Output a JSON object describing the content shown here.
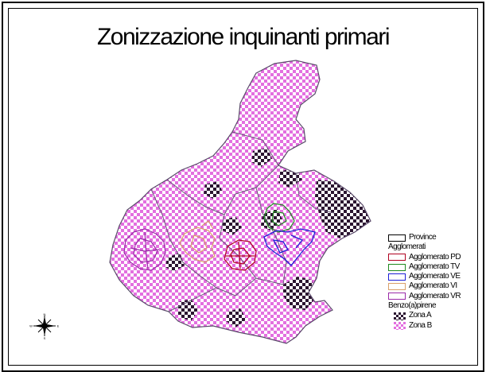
{
  "title": "Zonizzazione inquinanti primari",
  "legend": {
    "province_label": "Province",
    "agglomerati_header": "Agglomerati",
    "agglomerati": [
      {
        "label": "Agglomerato PD",
        "color": "#b00020"
      },
      {
        "label": "Agglomerato TV",
        "color": "#1f8a1f"
      },
      {
        "label": "Agglomerato VE",
        "color": "#1d1fd6"
      },
      {
        "label": "Agglomerato VI",
        "color": "#d9a06a"
      },
      {
        "label": "Agglomerato VR",
        "color": "#9a2aa8"
      }
    ],
    "pollutant_header": "Benzo(a)pirene",
    "zones": [
      {
        "label": "Zona A",
        "color": "#3a1a30",
        "style": "dark-check"
      },
      {
        "label": "Zona B",
        "color": "#e06ae0",
        "style": "pink-check"
      }
    ]
  },
  "colors": {
    "zona_a_dark": "#2b1530",
    "zona_a_light": "#ffffff",
    "zona_b_pink": "#e36fe0",
    "zona_b_light": "#ffffff",
    "province_border": "#6a5a7a"
  },
  "compass": {
    "icon": "compass-rose-icon",
    "n": "N",
    "s": "S",
    "e": "E",
    "w": "W"
  }
}
